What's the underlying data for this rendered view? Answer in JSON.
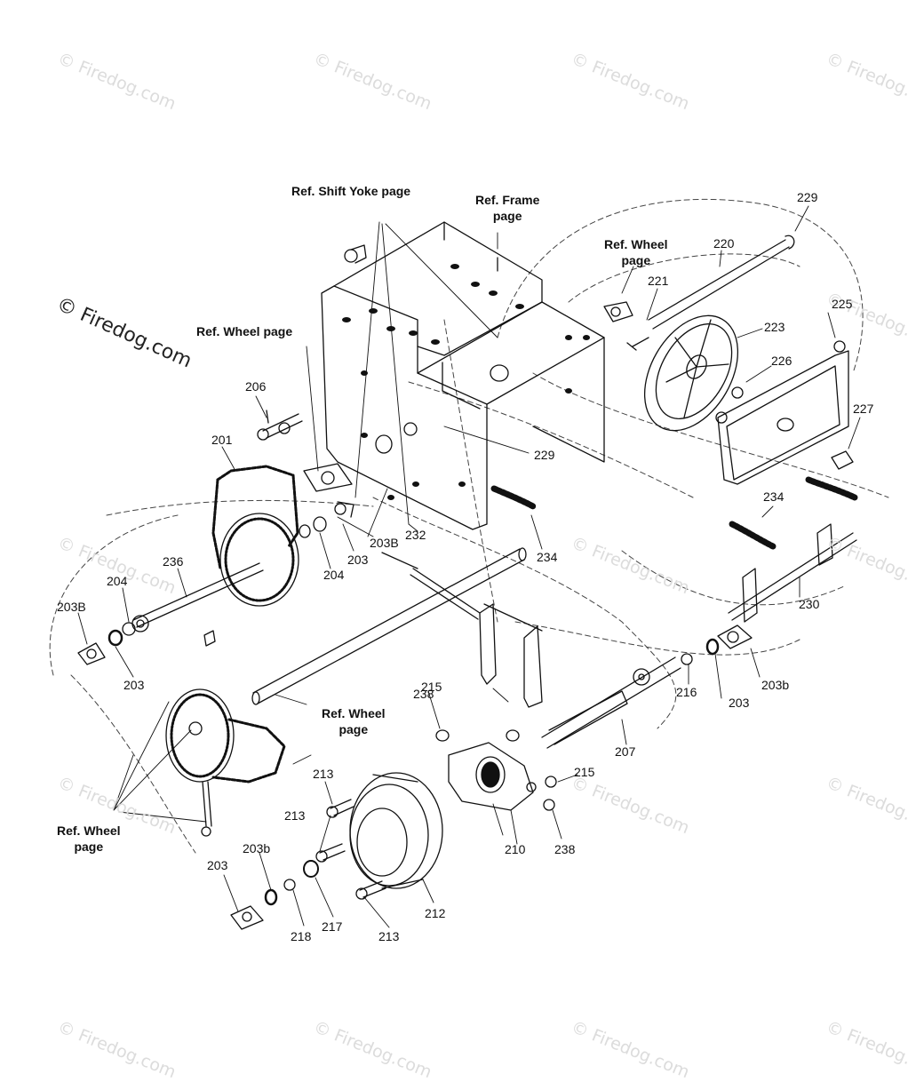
{
  "watermark": "© Firedog.com",
  "references": {
    "shift_yoke": "Ref. Shift Yoke page",
    "frame_line1": "Ref. Frame",
    "frame_line2": "page",
    "wheel_top_line1": "Ref. Wheel",
    "wheel_top_line2": "page",
    "wheel_left": "Ref. Wheel page",
    "wheel_mid_line1": "Ref. Wheel",
    "wheel_mid_line2": "page",
    "wheel_bottom_line1": "Ref. Wheel",
    "wheel_bottom_line2": "page"
  },
  "part_labels": [
    "229",
    "220",
    "221",
    "223",
    "225",
    "226",
    "227",
    "206",
    "201",
    "229",
    "234",
    "234",
    "203B",
    "232",
    "203",
    "204",
    "236",
    "204",
    "203B",
    "203",
    "230",
    "203b",
    "215",
    "238",
    "216",
    "203",
    "207",
    "213",
    "215",
    "213",
    "210",
    "238",
    "203b",
    "203",
    "218",
    "217",
    "213",
    "212"
  ]
}
